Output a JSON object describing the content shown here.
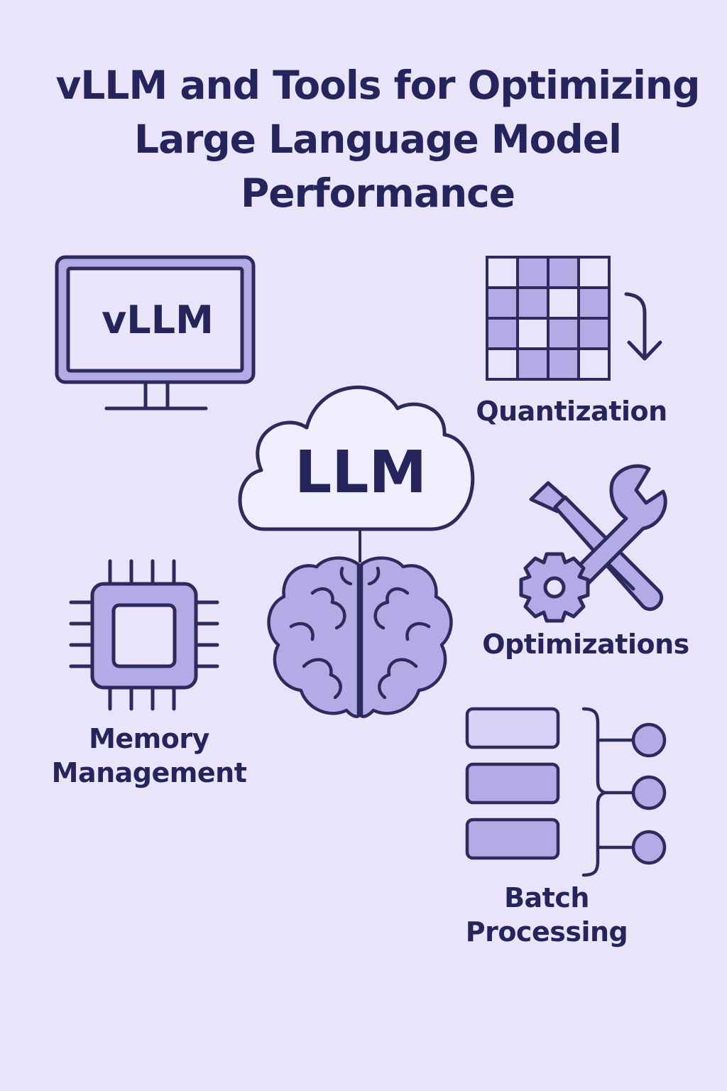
{
  "title": {
    "line1": "vLLM and Tools for Optimizing",
    "line2": "Large Language Model",
    "line3": "Performance"
  },
  "nodes": {
    "monitor": {
      "text": "vLLM"
    },
    "cloud": {
      "text": "LLM"
    },
    "quantization": {
      "label": "Quantization"
    },
    "optimizations": {
      "label": "Optimizations"
    },
    "memory": {
      "label_line1": "Memory",
      "label_line2": "Management"
    },
    "batch": {
      "label_line1": "Batch",
      "label_line2": "Processing"
    }
  },
  "colors": {
    "background": "#e9e4fa",
    "stroke": "#2d2b5e",
    "fill": "#b3aae6",
    "fill_light": "#d9d2f6"
  }
}
